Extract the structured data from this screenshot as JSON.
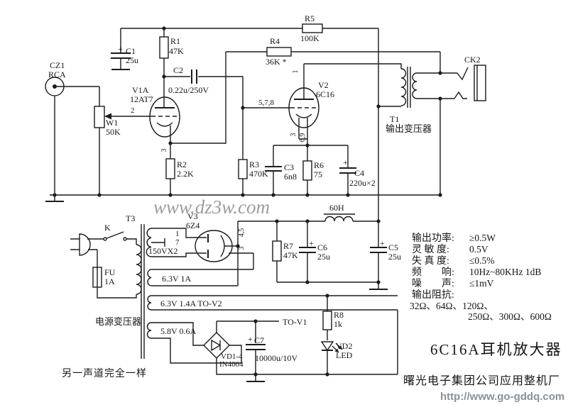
{
  "title_block": {
    "model_title": "6C16A耳机放大器",
    "manufacturer": "曙光电子集团公司应用整机厂",
    "note_other_channel": "另一声道完全一样"
  },
  "watermarks": {
    "center": "www.dz3w.com",
    "bottom_right": "http://www.go-gddq.com"
  },
  "specs": {
    "rows": [
      {
        "label": "输出功率:",
        "value": "≥0.5W"
      },
      {
        "label": "灵 敏 度:",
        "value": "0.5V"
      },
      {
        "label": "失 真 度:",
        "value": "≤0.5%"
      },
      {
        "label": "频　　响:",
        "value": "10Hz~80KHz  1dB"
      },
      {
        "label": "噪　　声:",
        "value": "≤1mV"
      },
      {
        "label": "输出阻抗:",
        "value": ""
      }
    ],
    "impedance_line1": "32Ω、64Ω、120Ω、",
    "impedance_line2": "250Ω、300Ω、600Ω"
  },
  "components": {
    "cz1": {
      "ref": "CZ1",
      "sub": "RCA"
    },
    "w1": {
      "ref": "W1",
      "value": "50K"
    },
    "c1": {
      "ref": "C1",
      "value": "25u",
      "polarity": "+"
    },
    "r1": {
      "ref": "R1",
      "value": "47K"
    },
    "c2": {
      "ref": "C2",
      "value": "0.22u/250V"
    },
    "v1a": {
      "ref": "V1A",
      "type": "12AT7"
    },
    "r2": {
      "ref": "R2",
      "value": "2.2K"
    },
    "r3": {
      "ref": "R3",
      "value": "470K"
    },
    "r4": {
      "ref": "R4",
      "value": "36K *"
    },
    "r5": {
      "ref": "R5",
      "value": "100K"
    },
    "v2": {
      "ref": "V2",
      "type": "6C16"
    },
    "c3": {
      "ref": "C3",
      "value": "6n8"
    },
    "r6": {
      "ref": "R6",
      "value": "75"
    },
    "c4": {
      "ref": "C4",
      "value": "220u×2",
      "polarity": "+"
    },
    "t1": {
      "ref": "T1",
      "sub": "输出变压器"
    },
    "ck2": {
      "ref": "CK2"
    },
    "t3": {
      "ref": "T3",
      "sub": "电源变压器"
    },
    "k": {
      "ref": "K"
    },
    "fu": {
      "ref": "FU",
      "value": "1A"
    },
    "v3": {
      "ref": "V3",
      "type": "6Z4"
    },
    "hv_winding": {
      "value": "150VX2"
    },
    "heater_winding_1": {
      "value": "6.3V 1A"
    },
    "heater_winding_2": {
      "value": "6.3V 1.4A  TO-V2"
    },
    "rect_winding": {
      "value": "5.8V 0.6A"
    },
    "vd14": {
      "ref": "VD1-4",
      "type": "IN4004"
    },
    "c7": {
      "ref": "C7",
      "value": "10000u/10V",
      "polarity": "+"
    },
    "to_v1": "TO-V1",
    "r7": {
      "ref": "R7",
      "value": "47K"
    },
    "c6": {
      "ref": "C6",
      "value": "25u",
      "polarity": "+"
    },
    "c5": {
      "ref": "C5",
      "value": "25u",
      "polarity": "+"
    },
    "l1": {
      "value": "60H"
    },
    "r8": {
      "ref": "R8",
      "value": "1k"
    },
    "vd2": {
      "ref": "VD2",
      "type": "LED"
    }
  },
  "pins": {
    "v1a_grid": "2",
    "v1a_cathode": "3",
    "v2_plate": "1",
    "v2_grid": "5,7,8",
    "v2_k1": "3",
    "v2_k2": "6,9",
    "v3_a1": "1",
    "v3_a2": "7",
    "v3_k": "4,5",
    "v3_h": "3"
  }
}
